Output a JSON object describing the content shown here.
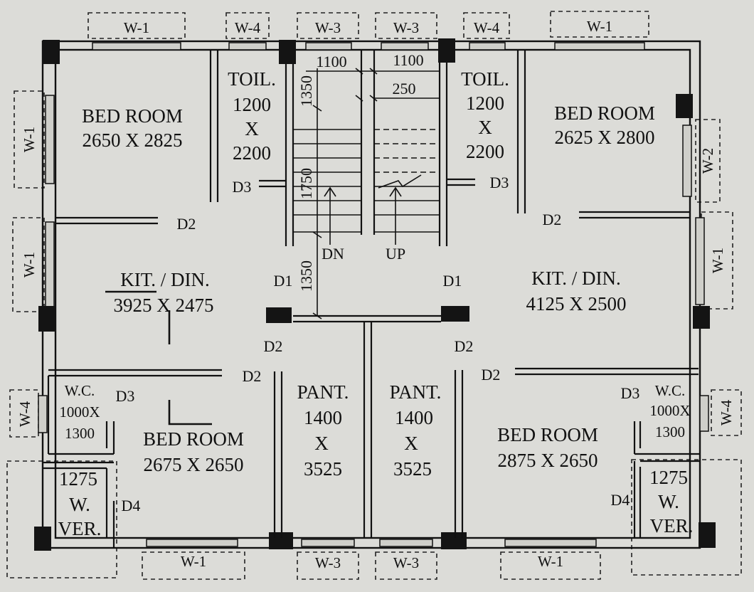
{
  "rooms": {
    "left_bed_top": {
      "name": "BED ROOM",
      "size": "2650 X 2825"
    },
    "right_bed_top": {
      "name": "BED ROOM",
      "size": "2625 X 2800"
    },
    "left_toilet": {
      "name": "TOIL.",
      "w": "1200",
      "x": "X",
      "h": "2200"
    },
    "right_toilet": {
      "name": "TOIL.",
      "w": "1200",
      "x": "X",
      "h": "2200"
    },
    "left_kitchen": {
      "name": "KIT. / DIN.",
      "size": "3925 X 2475"
    },
    "right_kitchen": {
      "name": "KIT. / DIN.",
      "size": "4125 X 2500"
    },
    "left_pantry": {
      "name": "PANT.",
      "w": "1400",
      "x": "X",
      "h": "3525"
    },
    "right_pantry": {
      "name": "PANT.",
      "w": "1400",
      "x": "X",
      "h": "3525"
    },
    "left_bed_bottom": {
      "name": "BED ROOM",
      "size": "2675 X 2650"
    },
    "right_bed_bottom": {
      "name": "BED ROOM",
      "size": "2875 X 2650"
    },
    "left_wc": {
      "name": "W.C.",
      "w": "1000X",
      "h": "1300"
    },
    "right_wc": {
      "name": "W.C.",
      "w": "1000X",
      "h": "1300"
    },
    "left_ver": {
      "size": "1275",
      "line1": "W.",
      "line2": "VER."
    },
    "right_ver": {
      "size": "1275",
      "line1": "W.",
      "line2": "VER."
    }
  },
  "stair": {
    "dim_1100_left": "1100",
    "dim_1100_right": "1100",
    "dim_250": "250",
    "dim_1350_top": "1350",
    "dim_1750": "1750",
    "dim_1350_bottom": "1350",
    "dn": "DN",
    "up": "UP"
  },
  "doors": {
    "d1": "D1",
    "d2": "D2",
    "d3": "D3",
    "d4": "D4"
  },
  "windows": {
    "w1": "W-1",
    "w2": "W-2",
    "w3": "W-3",
    "w4": "W-4"
  },
  "colors": {
    "paper": "#dcdcd8",
    "ink": "#111111",
    "column": "#141414"
  }
}
